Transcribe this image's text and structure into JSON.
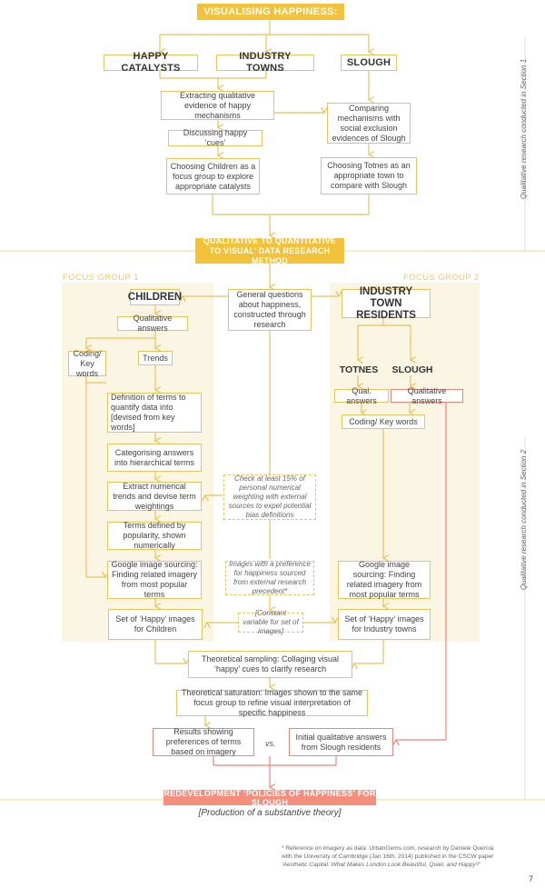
{
  "title": "VISUALISING HAPPINESS:",
  "side_labels": {
    "section1": "Qualitative research conducted in Section 1",
    "section2": "Qualitative research conducted in Section 2"
  },
  "top_headers": {
    "happy_catalysts": "HAPPY CATALYSTS",
    "industry_towns": "INDUSTRY TOWNS",
    "slough": "SLOUGH"
  },
  "section1": {
    "extracting": "Extracting qualitative evidence of happy mechanisms",
    "discussing": "Discussing happy ‘cues’",
    "choosing_children": "Choosing Children as a focus group to explore appropriate catalysts",
    "comparing": "Comparing mechanisms with social exclusion evidences of Slough",
    "choosing_totnes": "Choosing Totnes as an appropriate town to compare with Slough"
  },
  "method_banner": "QUALITATIVE TO QUANTITATIVE TO VISUAL’ DATA RESEARCH METHOD",
  "focus_group_1": "FOCUS GROUP 1",
  "focus_group_2": "FOCUS GROUP 2",
  "children": "CHILDREN",
  "general_questions": "General questions about happiness, constructed through research",
  "industry_town_residents": "INDUSTRY TOWN RESIDENTS",
  "left": {
    "qual_answers": "Qualitative answers",
    "coding": "Coding/ Key words",
    "trends": "Trends",
    "definition": "Definition of terms to quantify data into [devised from key words]",
    "categorising": "Categorising answers into hierarchical terms",
    "extract": "Extract numerical trends and devise term weightings",
    "terms_defined": "Terms defined by popularity, shown numerically",
    "google": "Google image sourcing: Finding related imagery from most popular terms",
    "set": "Set of ‘Happy’ images for Children"
  },
  "middle": {
    "check": "Check at least 15% of personal numerical weighting with external sources to expel potential bias definitions",
    "images_pref": "Images with a preference for happiness sourced from external research precedent*",
    "constant": "[Constant variable for set of images]"
  },
  "right": {
    "totnes": "TOTNES",
    "slough": "SLOUGH",
    "qual_answers_short": "Qual. answers",
    "qual_answers": "Qualitative answers",
    "coding": "Coding/ Key words",
    "google": "Google image sourcing: Finding related imagery from most popular terms",
    "set": "Set of ‘Happy’ images for Industry towns"
  },
  "bottom": {
    "theoretical_sampling": "Theoretical sampling: Collaging visual ‘happy’ cues to clarify research",
    "theoretical_saturation": "Theoretical saturation: Images shown to the same focus group to refine visual interpretation of specific happiness",
    "results": "Results showing preferences of terms based on imagery",
    "vs": "vs.",
    "initial": "Initial qualitative answers from Slough residents",
    "redevelopment": "REDEVELOPMENT ‘POLICIES OF HAPPINESS’ FOR SLOUGH",
    "production": "[Production of a substantive theory]"
  },
  "footnote": {
    "line1": "* Reference on imagery as data: UrbanGems.com, research by Daniele Quercia",
    "line2": "with the University of Cambridge (Jan 16th, 2014) published in the CSCW paper",
    "line3": "‘Aesthetic Capital: What Makes London Look Beautiful, Quiet, and Happy?’"
  },
  "page_number": "7",
  "colors": {
    "gold": "#f1c23a",
    "line": "#e8c25a",
    "red": "#ef8478",
    "panel": "#fbf5e4"
  }
}
